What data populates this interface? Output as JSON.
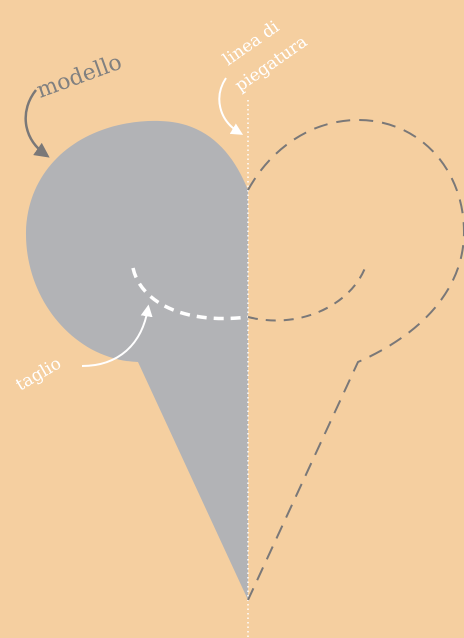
{
  "labels": {
    "model": "modello",
    "fold_line_1": "linea di",
    "fold_line_2": "piegatura",
    "cut": "taglio"
  },
  "colors": {
    "background": "#f5cfa0",
    "model_fill": "#b2b3b6",
    "dashed_outline": "#7a7878",
    "white": "#ffffff",
    "model_label": "#808080"
  },
  "icons": {
    "model_arrow": "curved-arrow-icon",
    "fold_arrow": "curved-arrow-icon",
    "cut_arrow": "curved-arrow-icon"
  }
}
